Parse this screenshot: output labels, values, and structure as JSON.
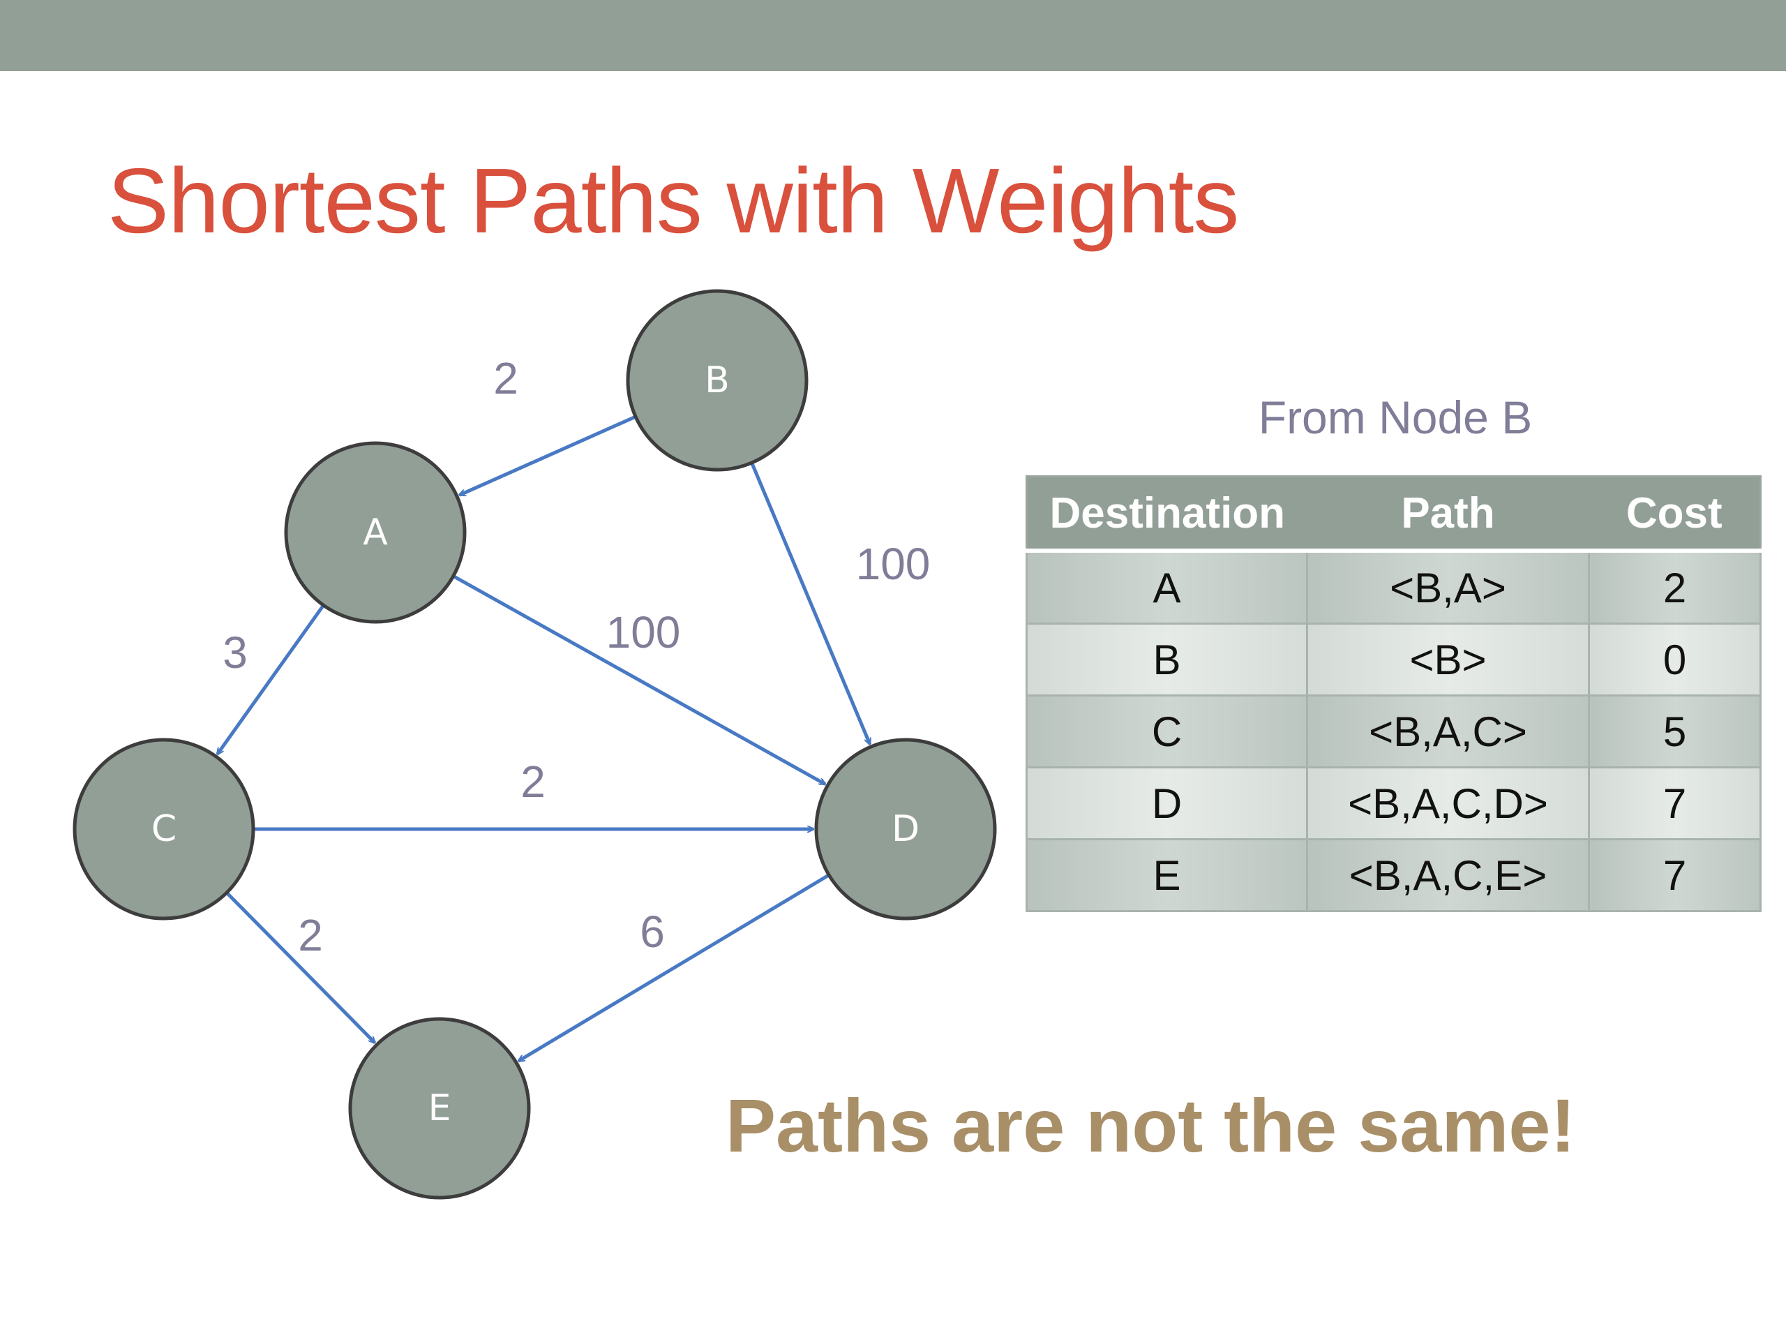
{
  "slide": {
    "title": "Shortest Paths with Weights",
    "callout": "Paths are not the same!"
  },
  "graph": {
    "nodes": [
      {
        "id": "B",
        "label": "B"
      },
      {
        "id": "A",
        "label": "A"
      },
      {
        "id": "C",
        "label": "C"
      },
      {
        "id": "D",
        "label": "D"
      },
      {
        "id": "E",
        "label": "E"
      }
    ],
    "edges": [
      {
        "from": "B",
        "to": "A",
        "weight": "2"
      },
      {
        "from": "B",
        "to": "D",
        "weight": "100"
      },
      {
        "from": "A",
        "to": "D",
        "weight": "100"
      },
      {
        "from": "A",
        "to": "C",
        "weight": "3"
      },
      {
        "from": "C",
        "to": "D",
        "weight": "2"
      },
      {
        "from": "C",
        "to": "E",
        "weight": "2"
      },
      {
        "from": "D",
        "to": "E",
        "weight": "6"
      }
    ],
    "colors": {
      "node_fill": "#929f97",
      "node_stroke": "#3d3d3d",
      "edge": "#4879c4",
      "weight": "#7f7d97"
    }
  },
  "table": {
    "caption": "From Node B",
    "headers": [
      "Destination",
      "Path",
      "Cost"
    ],
    "rows": [
      [
        "A",
        "<B,A>",
        "2"
      ],
      [
        "B",
        "<B>",
        "0"
      ],
      [
        "C",
        "<B,A,C>",
        "5"
      ],
      [
        "D",
        "<B,A,C,D>",
        "7"
      ],
      [
        "E",
        "<B,A,C,E>",
        "7"
      ]
    ]
  }
}
